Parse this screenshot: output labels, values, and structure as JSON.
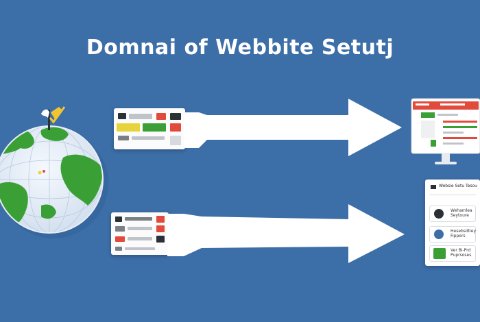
{
  "title": "Domnai of Webbite Setutj",
  "panel": {
    "header": "Websie Setu Tesou",
    "rows": [
      {
        "text": "Wehamlea Seytoure"
      },
      {
        "text": "Hesebsdtiey Fippers"
      },
      {
        "text": "Ver Bi-Prd Puprsoses"
      }
    ]
  },
  "colors": {
    "background": "#3c6ea8",
    "arrow": "#ffffff",
    "land": "#3aa035",
    "ocean": "#eaf2fb",
    "accent_red": "#e24a3b",
    "accent_yellow": "#e6d43a",
    "accent_green": "#3aa035"
  },
  "icons": {
    "globe": "globe-icon",
    "flag": "checkmark-flag-icon",
    "monitor": "monitor-icon"
  }
}
